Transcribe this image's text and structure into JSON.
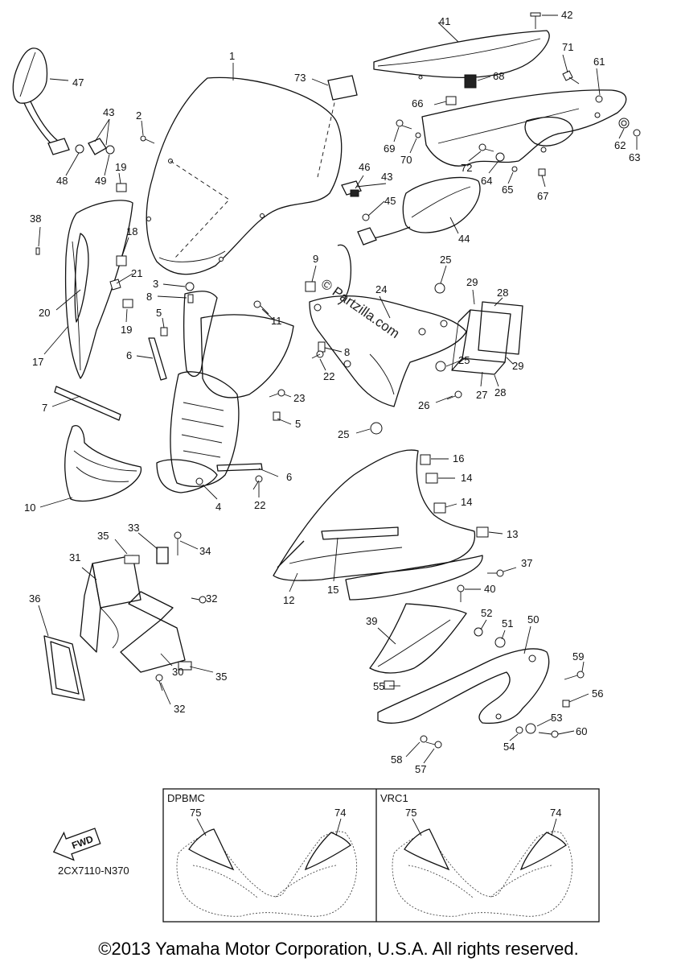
{
  "diagram": {
    "part_numbers": [
      "1",
      "2",
      "3",
      "4",
      "5",
      "6",
      "7",
      "8",
      "9",
      "10",
      "11",
      "12",
      "13",
      "14",
      "15",
      "16",
      "17",
      "18",
      "19",
      "20",
      "21",
      "22",
      "23",
      "24",
      "25",
      "26",
      "27",
      "28",
      "29",
      "30",
      "31",
      "32",
      "33",
      "34",
      "35",
      "36",
      "37",
      "38",
      "39",
      "40",
      "41",
      "42",
      "43",
      "44",
      "45",
      "46",
      "47",
      "48",
      "49",
      "50",
      "51",
      "52",
      "53",
      "54",
      "55",
      "56",
      "57",
      "58",
      "59",
      "60",
      "61",
      "62",
      "63",
      "64",
      "65",
      "66",
      "67",
      "68",
      "69",
      "70",
      "71",
      "72",
      "73",
      "74",
      "75"
    ],
    "drawing_code": "2CX7110-N370",
    "fwd_label": "FWD",
    "watermark": "© Partzilla.com",
    "inset_left_label": "DPBMC",
    "inset_right_label": "VRC1",
    "copyright": "©2013 Yamaha Motor Corporation, U.S.A. All rights reserved."
  }
}
